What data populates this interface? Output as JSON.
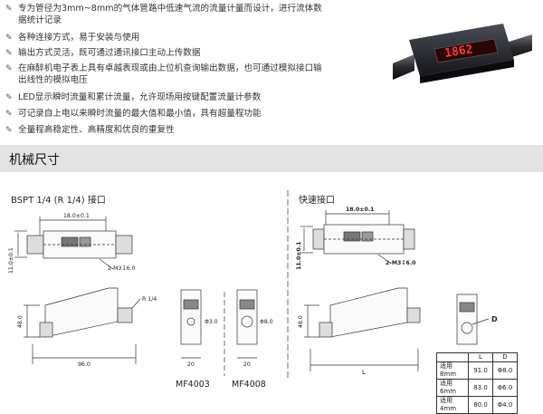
{
  "features": [
    {
      "line1": "专为管径为3mm~8mm的气体管路中低速气流的流量计量而设计，进行流体数",
      "line2": "据统计记录"
    },
    {
      "line1": "各种连接方式，易于安装与使用"
    },
    {
      "line1": "输出方式灵活，既可通过通讯接口主动上传数据"
    },
    {
      "line1": "在麻醉机电子表上具有卓越表现或由上位机查询输出数据，也可通过模拟接口输",
      "line2": "出线性的模拟电压"
    },
    {
      "line1": "LED显示瞬时流量和累计流量，允许现场用按键配置流量计参数"
    },
    {
      "line1": "可记录自上电以来瞬时流量的最大值和最小值，具有超量程功能"
    },
    {
      "line1": "全量程高稳定性、高精度和优良的重复性"
    }
  ],
  "device": {
    "display": "1862"
  },
  "section": {
    "title": "机械尺寸"
  },
  "left_drawing": {
    "title": "BSPT 1/4 (R 1/4) 接口",
    "dim_top": "18.0±0.1",
    "dim_height_top": "11.0±0.1",
    "hole_label": "2-M3↧6.0",
    "thread_label": "R 1/4",
    "dim_height": "48.0",
    "dim_length": "96.0",
    "dim_width": "20",
    "dia_left": "Φ3.0",
    "dia_right": "Φ8.0",
    "models": [
      "MF4003",
      "MF4008"
    ]
  },
  "right_drawing": {
    "title": "快速接口",
    "dim_top": "18.0±0.1",
    "dim_height_top": "11.0±0.1",
    "hole_label": "2-M3↧6.0",
    "dim_height": "48.0",
    "dim_length": "L",
    "dim_diameter": "D"
  },
  "dims_table": {
    "headers": [
      "",
      "L",
      "D"
    ],
    "rows": [
      [
        "适用8mm",
        "91.0",
        "Φ8.0"
      ],
      [
        "适用6mm",
        "83.0",
        "Φ6.0"
      ],
      [
        "适用4mm",
        "80.0",
        "Φ4.0"
      ]
    ]
  }
}
